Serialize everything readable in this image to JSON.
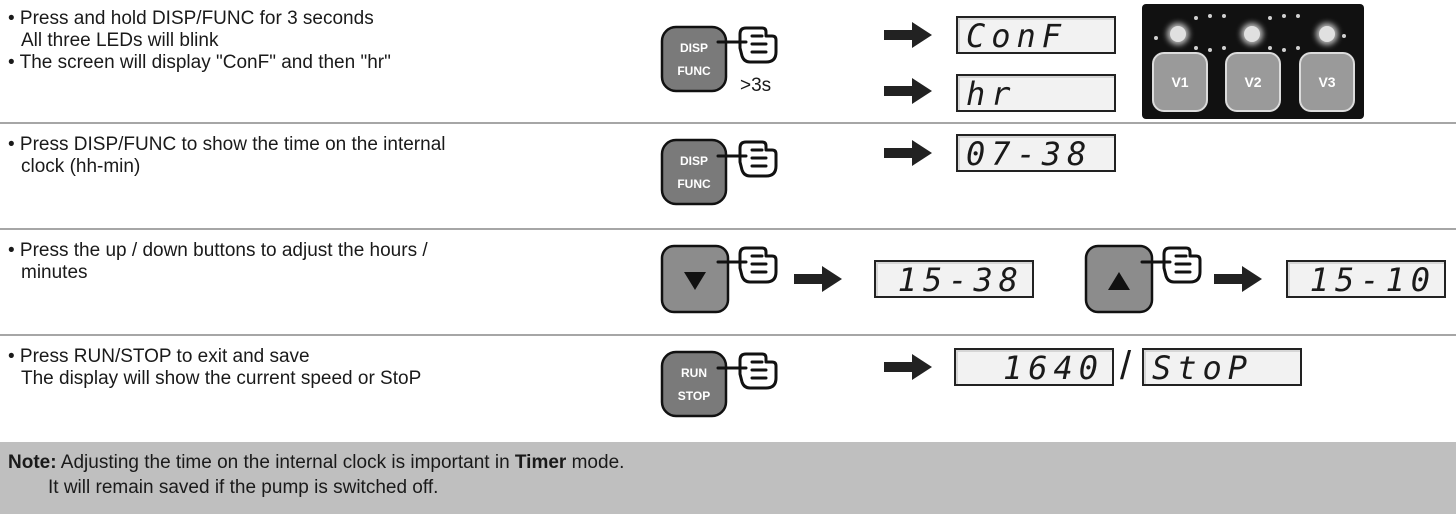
{
  "step1": {
    "lines": [
      "• Press and hold DISP/FUNC for 3 seconds",
      "All three LEDs will blink",
      "• The screen will display \"ConF\" and then \"hr\""
    ],
    "button": [
      "DISP",
      "FUNC"
    ],
    "hold_label": ">3s",
    "display1": "ConF",
    "display2": "hr",
    "leds": [
      "V1",
      "V2",
      "V3"
    ]
  },
  "step2": {
    "lines": [
      "• Press DISP/FUNC to show the time on the internal",
      "clock (hh-min)"
    ],
    "button": [
      "DISP",
      "FUNC"
    ],
    "display": "07-38"
  },
  "step3": {
    "lines": [
      "• Press the up / down buttons to adjust the hours /",
      "minutes"
    ],
    "display_down": "15-38",
    "display_up": "15-10"
  },
  "step4": {
    "lines": [
      "• Press RUN/STOP to exit and save",
      "The display will show the current speed or StoP"
    ],
    "button": [
      "RUN",
      "STOP"
    ],
    "display_speed": "1640",
    "separator": "/",
    "display_stop": "StoP"
  },
  "note": {
    "label": "Note:",
    "text_a": " Adjusting the time on the internal clock is important in ",
    "mode": "Timer",
    "text_b": " mode.",
    "line2": "It will remain saved if the pump is switched off."
  },
  "colors": {
    "button_fill": "#7a7a7a",
    "lcd_bg": "#f2f2f2",
    "note_bg": "#bfbfbf",
    "led_panel": "#111111"
  }
}
